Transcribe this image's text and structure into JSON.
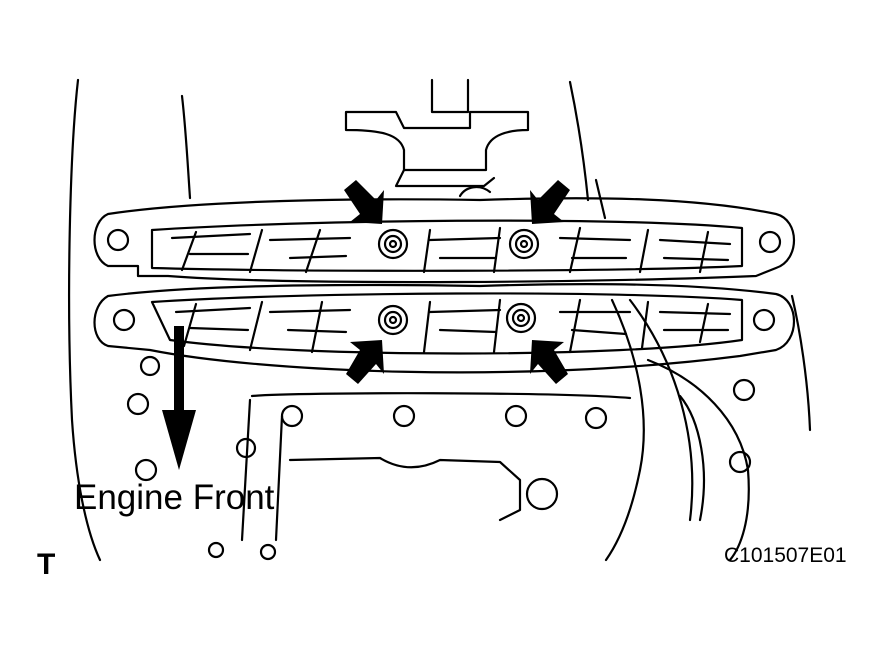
{
  "labels": {
    "direction": "Engine Front",
    "figure_code": "C101507E01",
    "corner_mark": "T"
  },
  "colors": {
    "line": "#000000",
    "background": "#ffffff"
  },
  "icons": {
    "pointer": "arrow-icon",
    "fastener": "bolt-icon"
  }
}
